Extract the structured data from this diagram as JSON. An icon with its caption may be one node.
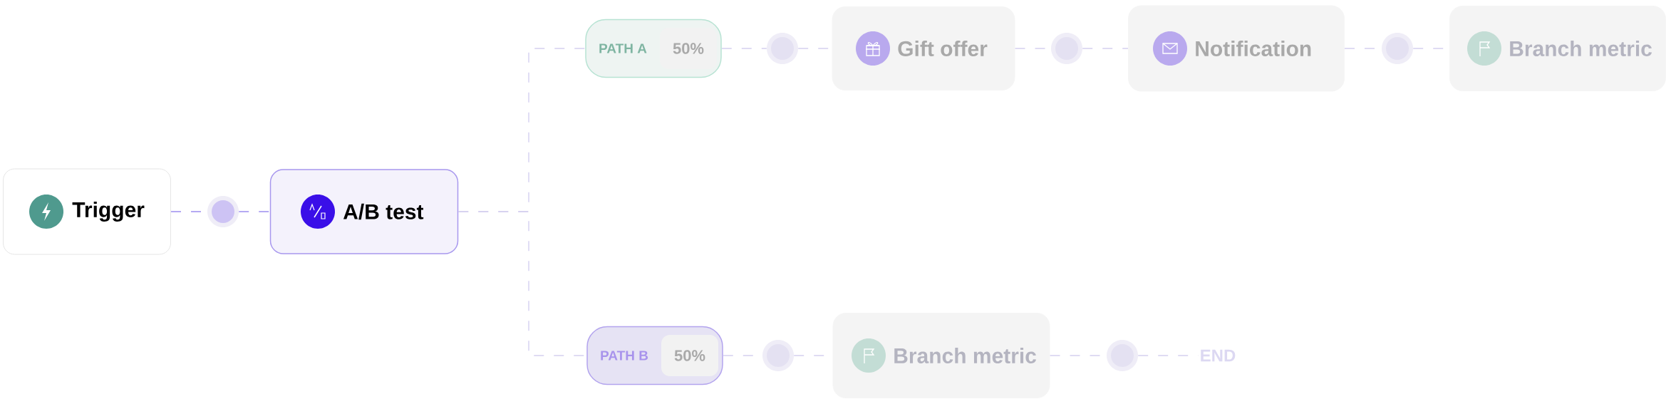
{
  "diagram": {
    "nodes": [
      {
        "text": [
          "Trigger"
        ]
      },
      {
        "text": [],
        "shape": "circle"
      },
      {
        "text": [
          "A/B test"
        ]
      },
      {
        "text": [
          "PATH A",
          "50%"
        ]
      },
      {
        "text": [],
        "shape": "circle"
      },
      {
        "text": [
          "Gift offer"
        ]
      },
      {
        "text": [],
        "shape": "circle"
      },
      {
        "text": [
          "Notification"
        ]
      },
      {
        "text": [],
        "shape": "circle"
      },
      {
        "text": [
          "Branch metric"
        ]
      },
      {
        "text": [
          "PATH B",
          "50%"
        ]
      },
      {
        "text": [],
        "shape": "circle"
      },
      {
        "text": [
          "Branch metric"
        ]
      },
      {
        "text": [],
        "shape": "circle"
      },
      {
        "text": [
          "END"
        ]
      }
    ],
    "edges": [
      {
        "from": 0,
        "to": 1,
        "arrow": "none",
        "style": "dashed",
        "color": "#9d8ff0"
      },
      {
        "from": 1,
        "to": 2,
        "arrow": "none",
        "style": "dashed",
        "color": "#9d8ff0"
      },
      {
        "from": 2,
        "to": 3,
        "arrow": "none",
        "style": "dashed"
      },
      {
        "from": 2,
        "to": 10,
        "arrow": "none",
        "style": "dashed"
      },
      {
        "from": 3,
        "to": 4,
        "arrow": "none",
        "style": "dashed"
      },
      {
        "from": 4,
        "to": 5,
        "arrow": "none",
        "style": "dashed"
      },
      {
        "from": 5,
        "to": 6,
        "arrow": "none",
        "style": "dashed"
      },
      {
        "from": 6,
        "to": 7,
        "arrow": "none",
        "style": "dashed"
      },
      {
        "from": 7,
        "to": 8,
        "arrow": "none",
        "style": "dashed"
      },
      {
        "from": 8,
        "to": 9,
        "arrow": "none",
        "style": "dashed"
      },
      {
        "from": 10,
        "to": 11,
        "arrow": "none",
        "style": "dashed"
      },
      {
        "from": 11,
        "to": 12,
        "arrow": "none",
        "style": "dashed"
      },
      {
        "from": 12,
        "to": 13,
        "arrow": "none",
        "style": "dashed"
      },
      {
        "from": 13,
        "to": 14,
        "arrow": "none",
        "style": "dashed"
      }
    ]
  }
}
